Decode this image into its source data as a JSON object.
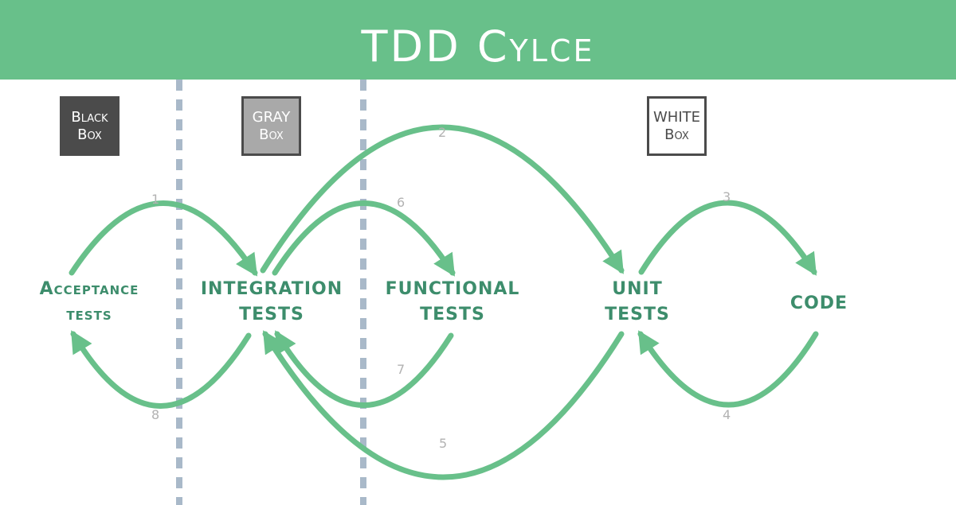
{
  "title": "TDD Cylce",
  "categories": {
    "black_box": [
      "Black",
      "Box"
    ],
    "gray_box": [
      "GRAY",
      "Box"
    ],
    "white_box": [
      "WHITE",
      "Box"
    ]
  },
  "nodes": {
    "acceptance": [
      "Acceptance",
      "tests"
    ],
    "integration": [
      "INTEGRATION",
      "TESTS"
    ],
    "functional": [
      "FUNCTIONAL",
      "TESTS"
    ],
    "unit": [
      "UNIT",
      "TESTS"
    ],
    "code": "CODE"
  },
  "steps": [
    "1",
    "2",
    "3",
    "4",
    "5",
    "6",
    "7",
    "8"
  ],
  "colors": {
    "banner": "#68c08a",
    "arrow": "#68c08a",
    "node_text": "#3d8d6c",
    "step_text": "#b2b2b2",
    "divider": "#a9b9c9",
    "box_dark": "#4b4b4b",
    "box_gray": "#a9a9a9"
  }
}
